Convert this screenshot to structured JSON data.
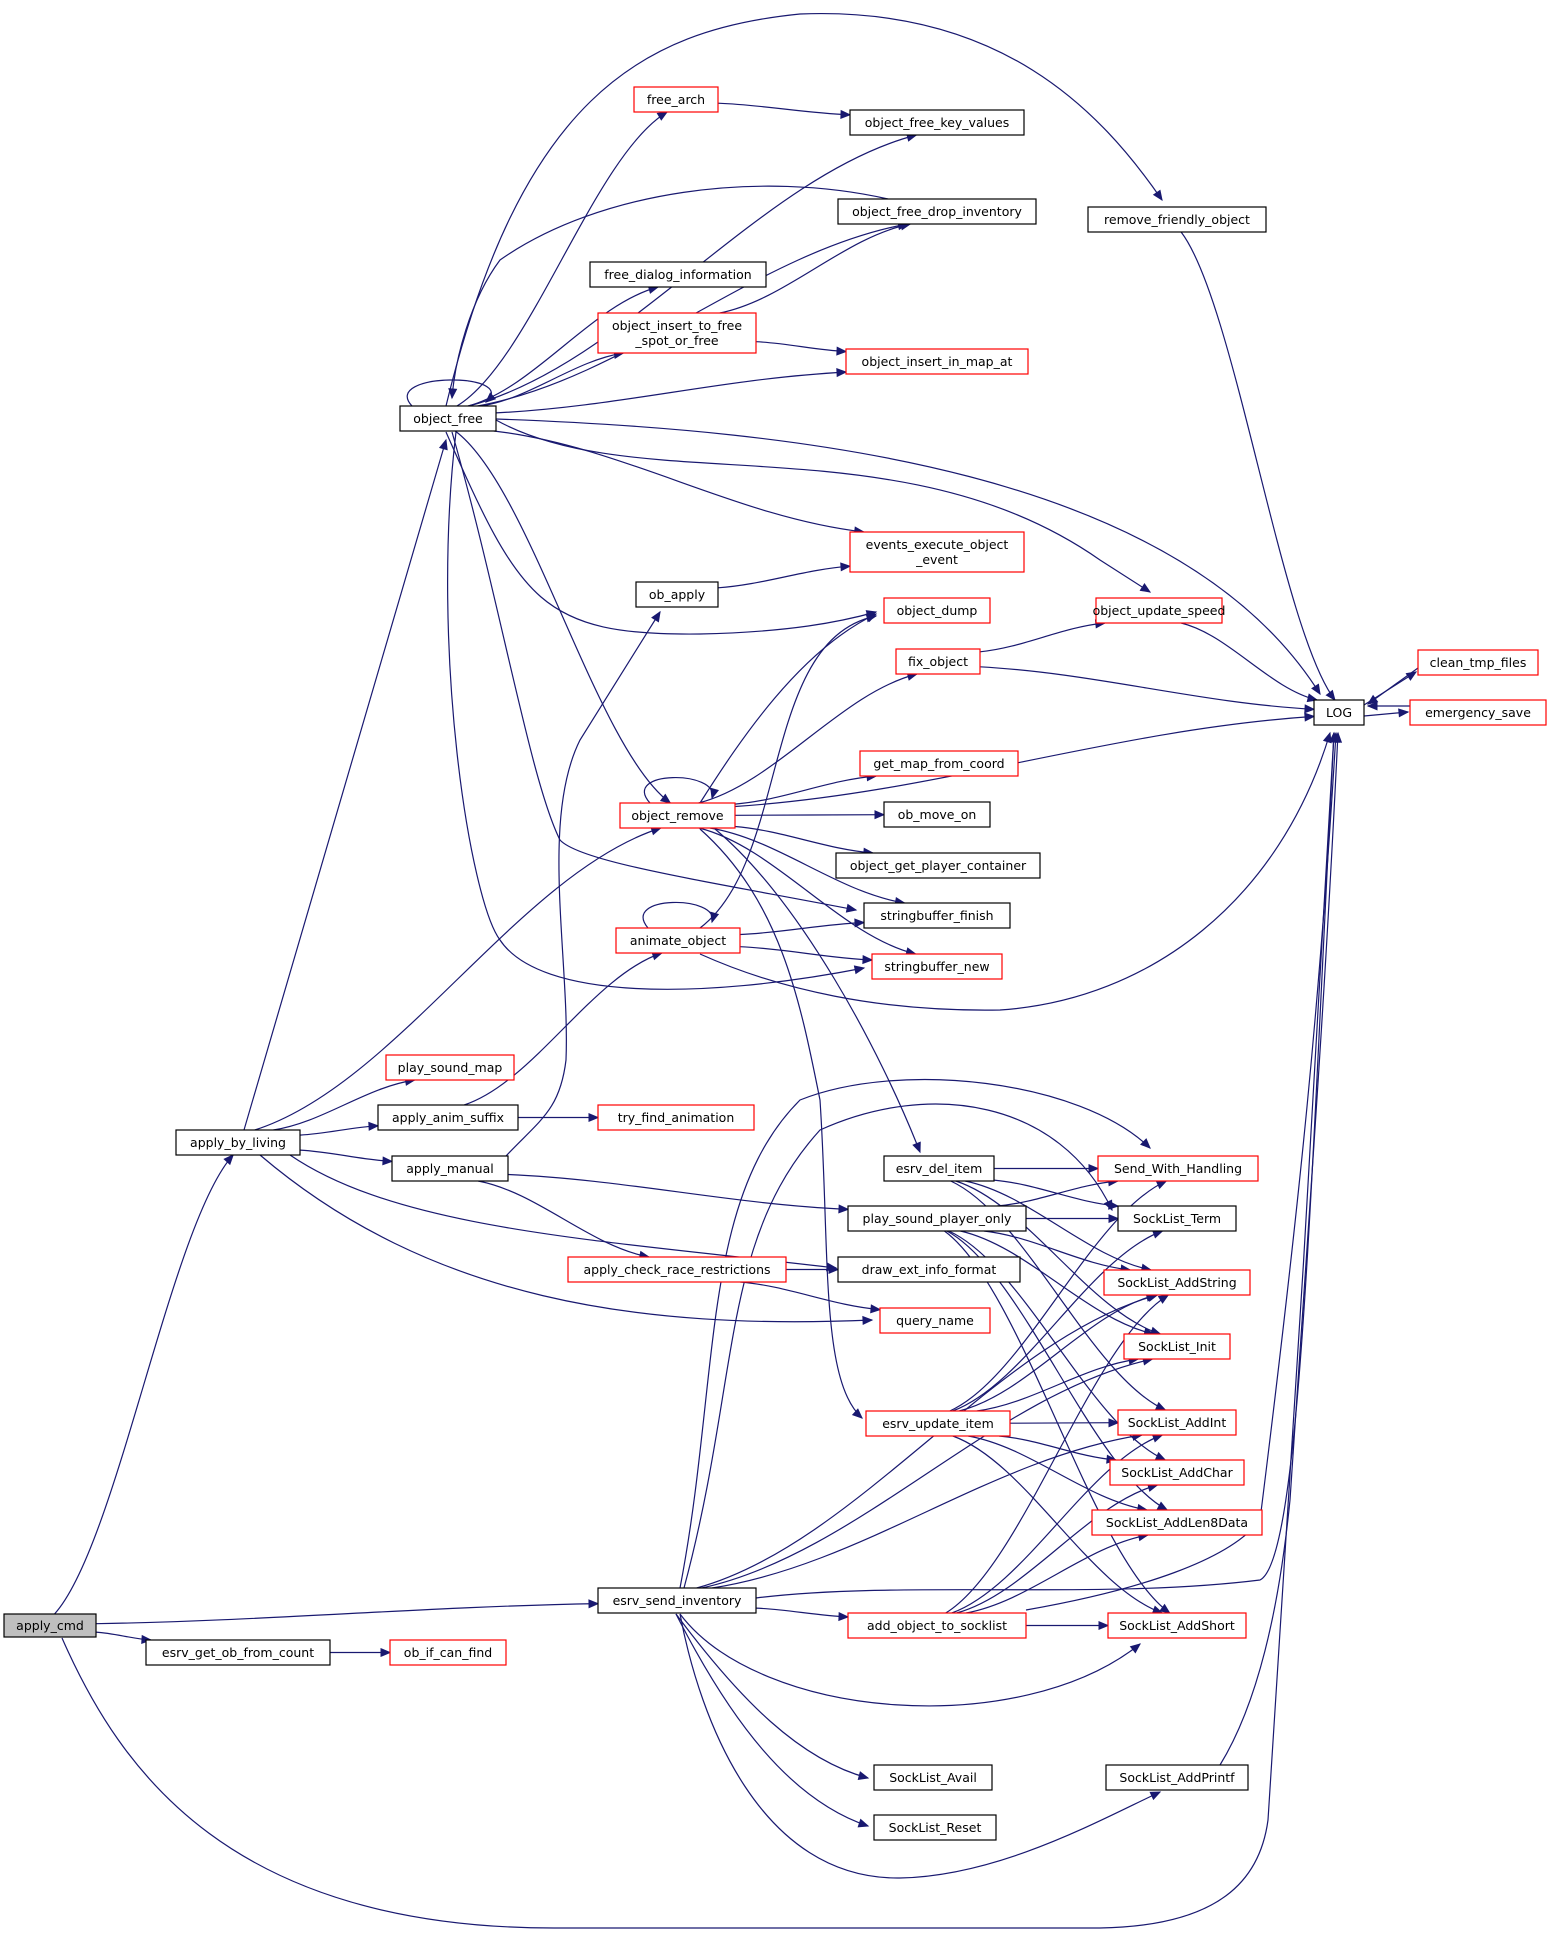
{
  "diagram": {
    "colors": {
      "edge": "#191970",
      "border_linked": "#ff0000",
      "border_plain": "#000000",
      "root_fill": "#bfbfbf",
      "fill": "#ffffff"
    },
    "nodes": [
      {
        "id": "apply_cmd",
        "label": "apply_cmd",
        "style": "root"
      },
      {
        "id": "apply_by_living",
        "label": "apply_by_living",
        "style": "plain"
      },
      {
        "id": "esrv_send_inventory",
        "label": "esrv_send_inventory",
        "style": "plain"
      },
      {
        "id": "esrv_get_ob_from_count",
        "label": "esrv_get_ob_from_count",
        "style": "plain"
      },
      {
        "id": "ob_if_can_find",
        "label": "ob_if_can_find",
        "style": "linked"
      },
      {
        "id": "LOG",
        "label": "LOG",
        "style": "plain"
      },
      {
        "id": "object_free",
        "label": "object_free",
        "style": "plain"
      },
      {
        "id": "object_remove",
        "label": "object_remove",
        "style": "linked"
      },
      {
        "id": "play_sound_map",
        "label": "play_sound_map",
        "style": "linked"
      },
      {
        "id": "apply_anim_suffix",
        "label": "apply_anim_suffix",
        "style": "plain"
      },
      {
        "id": "apply_manual",
        "label": "apply_manual",
        "style": "plain"
      },
      {
        "id": "draw_ext_info_format",
        "label": "draw_ext_info_format",
        "style": "plain"
      },
      {
        "id": "query_name",
        "label": "query_name",
        "style": "linked"
      },
      {
        "id": "free_arch",
        "label": "free_arch",
        "style": "linked"
      },
      {
        "id": "object_free_key_values",
        "label": "object_free_key_values",
        "style": "plain"
      },
      {
        "id": "object_free_drop_inventory",
        "label": "object_free_drop_inventory",
        "style": "plain"
      },
      {
        "id": "free_dialog_information",
        "label": "free_dialog_information",
        "style": "plain"
      },
      {
        "id": "object_insert_to_free_spot_or_free",
        "label": "object_insert_to_free\n_spot_or_free",
        "style": "linked"
      },
      {
        "id": "object_insert_in_map_at",
        "label": "object_insert_in_map_at",
        "style": "linked"
      },
      {
        "id": "events_execute_object_event",
        "label": "events_execute_object\n_event",
        "style": "linked"
      },
      {
        "id": "object_dump",
        "label": "object_dump",
        "style": "linked"
      },
      {
        "id": "object_update_speed",
        "label": "object_update_speed",
        "style": "linked"
      },
      {
        "id": "stringbuffer_finish",
        "label": "stringbuffer_finish",
        "style": "plain"
      },
      {
        "id": "stringbuffer_new",
        "label": "stringbuffer_new",
        "style": "linked"
      },
      {
        "id": "remove_friendly_object",
        "label": "remove_friendly_object",
        "style": "plain"
      },
      {
        "id": "ob_apply",
        "label": "ob_apply",
        "style": "plain"
      },
      {
        "id": "fix_object",
        "label": "fix_object",
        "style": "linked"
      },
      {
        "id": "get_map_from_coord",
        "label": "get_map_from_coord",
        "style": "linked"
      },
      {
        "id": "ob_move_on",
        "label": "ob_move_on",
        "style": "plain"
      },
      {
        "id": "object_get_player_container",
        "label": "object_get_player_container",
        "style": "plain"
      },
      {
        "id": "esrv_del_item",
        "label": "esrv_del_item",
        "style": "plain"
      },
      {
        "id": "esrv_update_item",
        "label": "esrv_update_item",
        "style": "linked"
      },
      {
        "id": "animate_object",
        "label": "animate_object",
        "style": "linked"
      },
      {
        "id": "try_find_animation",
        "label": "try_find_animation",
        "style": "linked"
      },
      {
        "id": "apply_check_race_restrictions",
        "label": "apply_check_race_restrictions",
        "style": "linked"
      },
      {
        "id": "play_sound_player_only",
        "label": "play_sound_player_only",
        "style": "plain"
      },
      {
        "id": "Send_With_Handling",
        "label": "Send_With_Handling",
        "style": "linked"
      },
      {
        "id": "SockList_Term",
        "label": "SockList_Term",
        "style": "plain"
      },
      {
        "id": "SockList_AddString",
        "label": "SockList_AddString",
        "style": "linked"
      },
      {
        "id": "SockList_Init",
        "label": "SockList_Init",
        "style": "linked"
      },
      {
        "id": "SockList_AddInt",
        "label": "SockList_AddInt",
        "style": "linked"
      },
      {
        "id": "SockList_AddChar",
        "label": "SockList_AddChar",
        "style": "linked"
      },
      {
        "id": "SockList_AddLen8Data",
        "label": "SockList_AddLen8Data",
        "style": "linked"
      },
      {
        "id": "SockList_AddShort",
        "label": "SockList_AddShort",
        "style": "linked"
      },
      {
        "id": "add_object_to_socklist",
        "label": "add_object_to_socklist",
        "style": "linked"
      },
      {
        "id": "SockList_Avail",
        "label": "SockList_Avail",
        "style": "plain"
      },
      {
        "id": "SockList_Reset",
        "label": "SockList_Reset",
        "style": "plain"
      },
      {
        "id": "SockList_AddPrintf",
        "label": "SockList_AddPrintf",
        "style": "plain"
      },
      {
        "id": "clean_tmp_files",
        "label": "clean_tmp_files",
        "style": "linked"
      },
      {
        "id": "emergency_save",
        "label": "emergency_save",
        "style": "linked"
      }
    ],
    "edges": [
      [
        "apply_cmd",
        "apply_by_living"
      ],
      [
        "apply_cmd",
        "esrv_send_inventory"
      ],
      [
        "apply_cmd",
        "esrv_get_ob_from_count"
      ],
      [
        "apply_cmd",
        "LOG"
      ],
      [
        "esrv_get_ob_from_count",
        "ob_if_can_find"
      ],
      [
        "apply_by_living",
        "object_free"
      ],
      [
        "apply_by_living",
        "object_remove"
      ],
      [
        "apply_by_living",
        "play_sound_map"
      ],
      [
        "apply_by_living",
        "apply_anim_suffix"
      ],
      [
        "apply_by_living",
        "apply_manual"
      ],
      [
        "apply_by_living",
        "draw_ext_info_format"
      ],
      [
        "apply_by_living",
        "query_name"
      ],
      [
        "object_free",
        "object_free"
      ],
      [
        "object_free",
        "free_arch"
      ],
      [
        "object_free",
        "object_free_key_values"
      ],
      [
        "object_free",
        "object_free_drop_inventory"
      ],
      [
        "object_free",
        "free_dialog_information"
      ],
      [
        "object_free",
        "object_insert_to_free_spot_or_free"
      ],
      [
        "object_free",
        "object_insert_in_map_at"
      ],
      [
        "object_free",
        "events_execute_object_event"
      ],
      [
        "object_free",
        "object_dump"
      ],
      [
        "object_free",
        "object_remove"
      ],
      [
        "object_free",
        "object_update_speed"
      ],
      [
        "object_free",
        "LOG"
      ],
      [
        "object_free",
        "stringbuffer_finish"
      ],
      [
        "object_free",
        "stringbuffer_new"
      ],
      [
        "object_free",
        "remove_friendly_object"
      ],
      [
        "free_arch",
        "object_free_key_values"
      ],
      [
        "object_insert_to_free_spot_or_free",
        "object_free_drop_inventory"
      ],
      [
        "object_insert_to_free_spot_or_free",
        "object_insert_in_map_at"
      ],
      [
        "object_free_drop_inventory",
        "object_free"
      ],
      [
        "remove_friendly_object",
        "LOG"
      ],
      [
        "ob_apply",
        "events_execute_object_event"
      ],
      [
        "object_update_speed",
        "LOG"
      ],
      [
        "fix_object",
        "object_update_speed"
      ],
      [
        "fix_object",
        "LOG"
      ],
      [
        "object_remove",
        "object_remove"
      ],
      [
        "object_remove",
        "fix_object"
      ],
      [
        "object_remove",
        "object_dump"
      ],
      [
        "object_remove",
        "LOG"
      ],
      [
        "object_remove",
        "get_map_from_coord"
      ],
      [
        "object_remove",
        "ob_move_on"
      ],
      [
        "object_remove",
        "object_get_player_container"
      ],
      [
        "object_remove",
        "stringbuffer_finish"
      ],
      [
        "object_remove",
        "stringbuffer_new"
      ],
      [
        "object_remove",
        "esrv_del_item"
      ],
      [
        "object_remove",
        "esrv_update_item"
      ],
      [
        "animate_object",
        "animate_object"
      ],
      [
        "animate_object",
        "object_dump"
      ],
      [
        "animate_object",
        "stringbuffer_finish"
      ],
      [
        "animate_object",
        "stringbuffer_new"
      ],
      [
        "animate_object",
        "LOG"
      ],
      [
        "apply_anim_suffix",
        "animate_object"
      ],
      [
        "apply_anim_suffix",
        "try_find_animation"
      ],
      [
        "apply_manual",
        "ob_apply"
      ],
      [
        "apply_manual",
        "apply_check_race_restrictions"
      ],
      [
        "apply_manual",
        "play_sound_player_only"
      ],
      [
        "apply_check_race_restrictions",
        "draw_ext_info_format"
      ],
      [
        "apply_check_race_restrictions",
        "query_name"
      ],
      [
        "esrv_del_item",
        "Send_With_Handling"
      ],
      [
        "esrv_del_item",
        "SockList_Term"
      ],
      [
        "esrv_del_item",
        "SockList_AddString"
      ],
      [
        "esrv_del_item",
        "SockList_Init"
      ],
      [
        "esrv_del_item",
        "SockList_AddInt"
      ],
      [
        "play_sound_player_only",
        "Send_With_Handling"
      ],
      [
        "play_sound_player_only",
        "SockList_Term"
      ],
      [
        "play_sound_player_only",
        "SockList_AddString"
      ],
      [
        "play_sound_player_only",
        "SockList_Init"
      ],
      [
        "play_sound_player_only",
        "SockList_AddChar"
      ],
      [
        "play_sound_player_only",
        "SockList_AddLen8Data"
      ],
      [
        "play_sound_player_only",
        "SockList_AddShort"
      ],
      [
        "esrv_update_item",
        "Send_With_Handling"
      ],
      [
        "esrv_update_item",
        "SockList_Term"
      ],
      [
        "esrv_update_item",
        "SockList_AddString"
      ],
      [
        "esrv_update_item",
        "SockList_Init"
      ],
      [
        "esrv_update_item",
        "SockList_AddInt"
      ],
      [
        "esrv_update_item",
        "SockList_AddChar"
      ],
      [
        "esrv_update_item",
        "SockList_AddLen8Data"
      ],
      [
        "esrv_update_item",
        "SockList_AddShort"
      ],
      [
        "esrv_send_inventory",
        "Send_With_Handling"
      ],
      [
        "esrv_send_inventory",
        "SockList_Term"
      ],
      [
        "esrv_send_inventory",
        "SockList_AddString"
      ],
      [
        "esrv_send_inventory",
        "SockList_Init"
      ],
      [
        "esrv_send_inventory",
        "SockList_AddInt"
      ],
      [
        "esrv_send_inventory",
        "add_object_to_socklist"
      ],
      [
        "esrv_send_inventory",
        "SockList_AddShort"
      ],
      [
        "esrv_send_inventory",
        "SockList_Avail"
      ],
      [
        "esrv_send_inventory",
        "SockList_Reset"
      ],
      [
        "esrv_send_inventory",
        "SockList_AddPrintf"
      ],
      [
        "esrv_send_inventory",
        "LOG"
      ],
      [
        "add_object_to_socklist",
        "SockList_AddInt"
      ],
      [
        "add_object_to_socklist",
        "SockList_AddChar"
      ],
      [
        "add_object_to_socklist",
        "SockList_AddLen8Data"
      ],
      [
        "add_object_to_socklist",
        "SockList_AddShort"
      ],
      [
        "add_object_to_socklist",
        "SockList_AddString"
      ],
      [
        "add_object_to_socklist",
        "LOG"
      ],
      [
        "SockList_AddPrintf",
        "LOG"
      ],
      [
        "LOG",
        "clean_tmp_files"
      ],
      [
        "LOG",
        "emergency_save"
      ],
      [
        "clean_tmp_files",
        "LOG"
      ],
      [
        "emergency_save",
        "LOG"
      ]
    ]
  }
}
